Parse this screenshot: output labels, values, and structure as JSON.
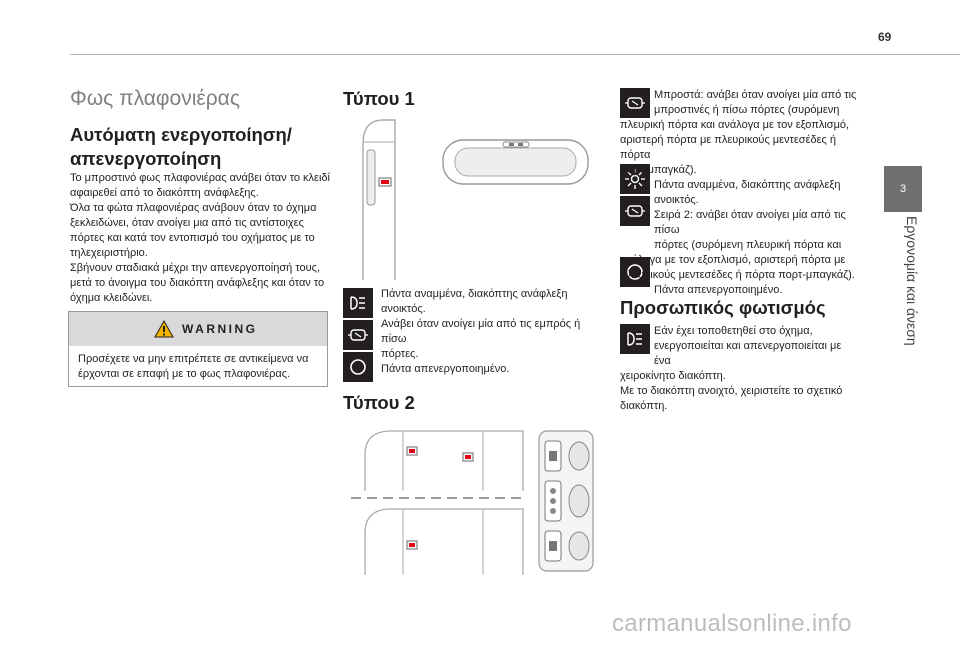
{
  "page": {
    "number": "69"
  },
  "side_tab": {
    "chapter_number": "3",
    "label": "Εργονομία και άνεση"
  },
  "left": {
    "section_title": "Φως πλαφονιέρας",
    "subtitle_line1": "Αυτόματη ενεργοποίηση/",
    "subtitle_line2": "απενεργοποίηση",
    "paragraph_lines": [
      "Το μπροστινό φως πλαφονιέρας ανάβει όταν το κλειδί",
      "αφαιρεθεί από το διακόπτη ανάφλεξης.",
      "Όλα τα φώτα πλαφονιέρας ανάβουν όταν το όχημα",
      "ξεκλειδώνει, όταν ανοίγει μια από τις αντίστοιχες",
      "πόρτες και κατά τον εντοπισμό του οχήματος με το",
      "τηλεχειριστήριο.",
      "Σβήνουν σταδιακά μέχρι την απενεργοποίησή τους,",
      "μετά το άνοιγμα του διακόπτη ανάφλεξης και όταν το",
      "όχημα κλειδώνει."
    ],
    "warning": {
      "title": "WARNING",
      "lines": [
        "Προσέχετε να μην επιτρέπετε σε αντικείμενα να",
        "έρχονται σε επαφή με το φως πλαφονιέρας."
      ]
    }
  },
  "middle": {
    "type1_title": "Τύπου 1",
    "type1_lines": [
      "Πάντα αναμμένα, διακόπτης ανάφλεξη",
      "ανοικτός.",
      "Ανάβει όταν ανοίγει μία από τις εμπρός ή πίσω",
      "πόρτες.",
      "Πάντα απενεργοποιημένο."
    ],
    "type2_title": "Τύπου 2"
  },
  "right": {
    "lines_a": [
      "Μπροστά: ανάβει όταν ανοίγει μία από τις",
      "μπροστινές ή πίσω πόρτες (συρόμενη",
      "πλευρική πόρτα και ανάλογα με τον εξοπλισμό,",
      "αριστερή πόρτα με πλευρικούς μεντεσέδες ή πόρτα",
      "πορτ-μπαγκάζ).",
      "Πάντα αναμμένα, διακόπτης ανάφλεξη",
      "ανοικτός.",
      "Σειρά 2: ανάβει όταν ανοίγει μία από τις πίσω",
      "πόρτες (συρόμενη πλευρική πόρτα και",
      "ανάλογα με τον εξοπλισμό, αριστερή πόρτα με",
      "πλευρικούς μεντεσέδες ή πόρτα πορτ-μπαγκάζ).",
      "Πάντα απενεργοποιημένο."
    ],
    "reading_title": "Προσωπικός φωτισμός",
    "reading_lines": [
      "Εάν έχει τοποθετηθεί στο όχημα,",
      "ενεργοποιείται και απενεργοποιείται με ένα",
      "χειροκίνητο διακόπτη.",
      "Με το διακόπτη ανοιχτό, χειριστείτε το σχετικό",
      "διακόπτη."
    ]
  },
  "watermark": "carmanualsonline.info",
  "colors": {
    "accent_gray": "#808080",
    "tab_gray": "#707070",
    "icon_black": "#231f20",
    "warn_fill": "#d9d9d9",
    "lamp_red": "#e30613"
  },
  "icons": [
    "lamp-auto-icon",
    "door-lamp-icon",
    "lamp-off-icon",
    "sun-lamp-icon",
    "warning-triangle-icon"
  ]
}
